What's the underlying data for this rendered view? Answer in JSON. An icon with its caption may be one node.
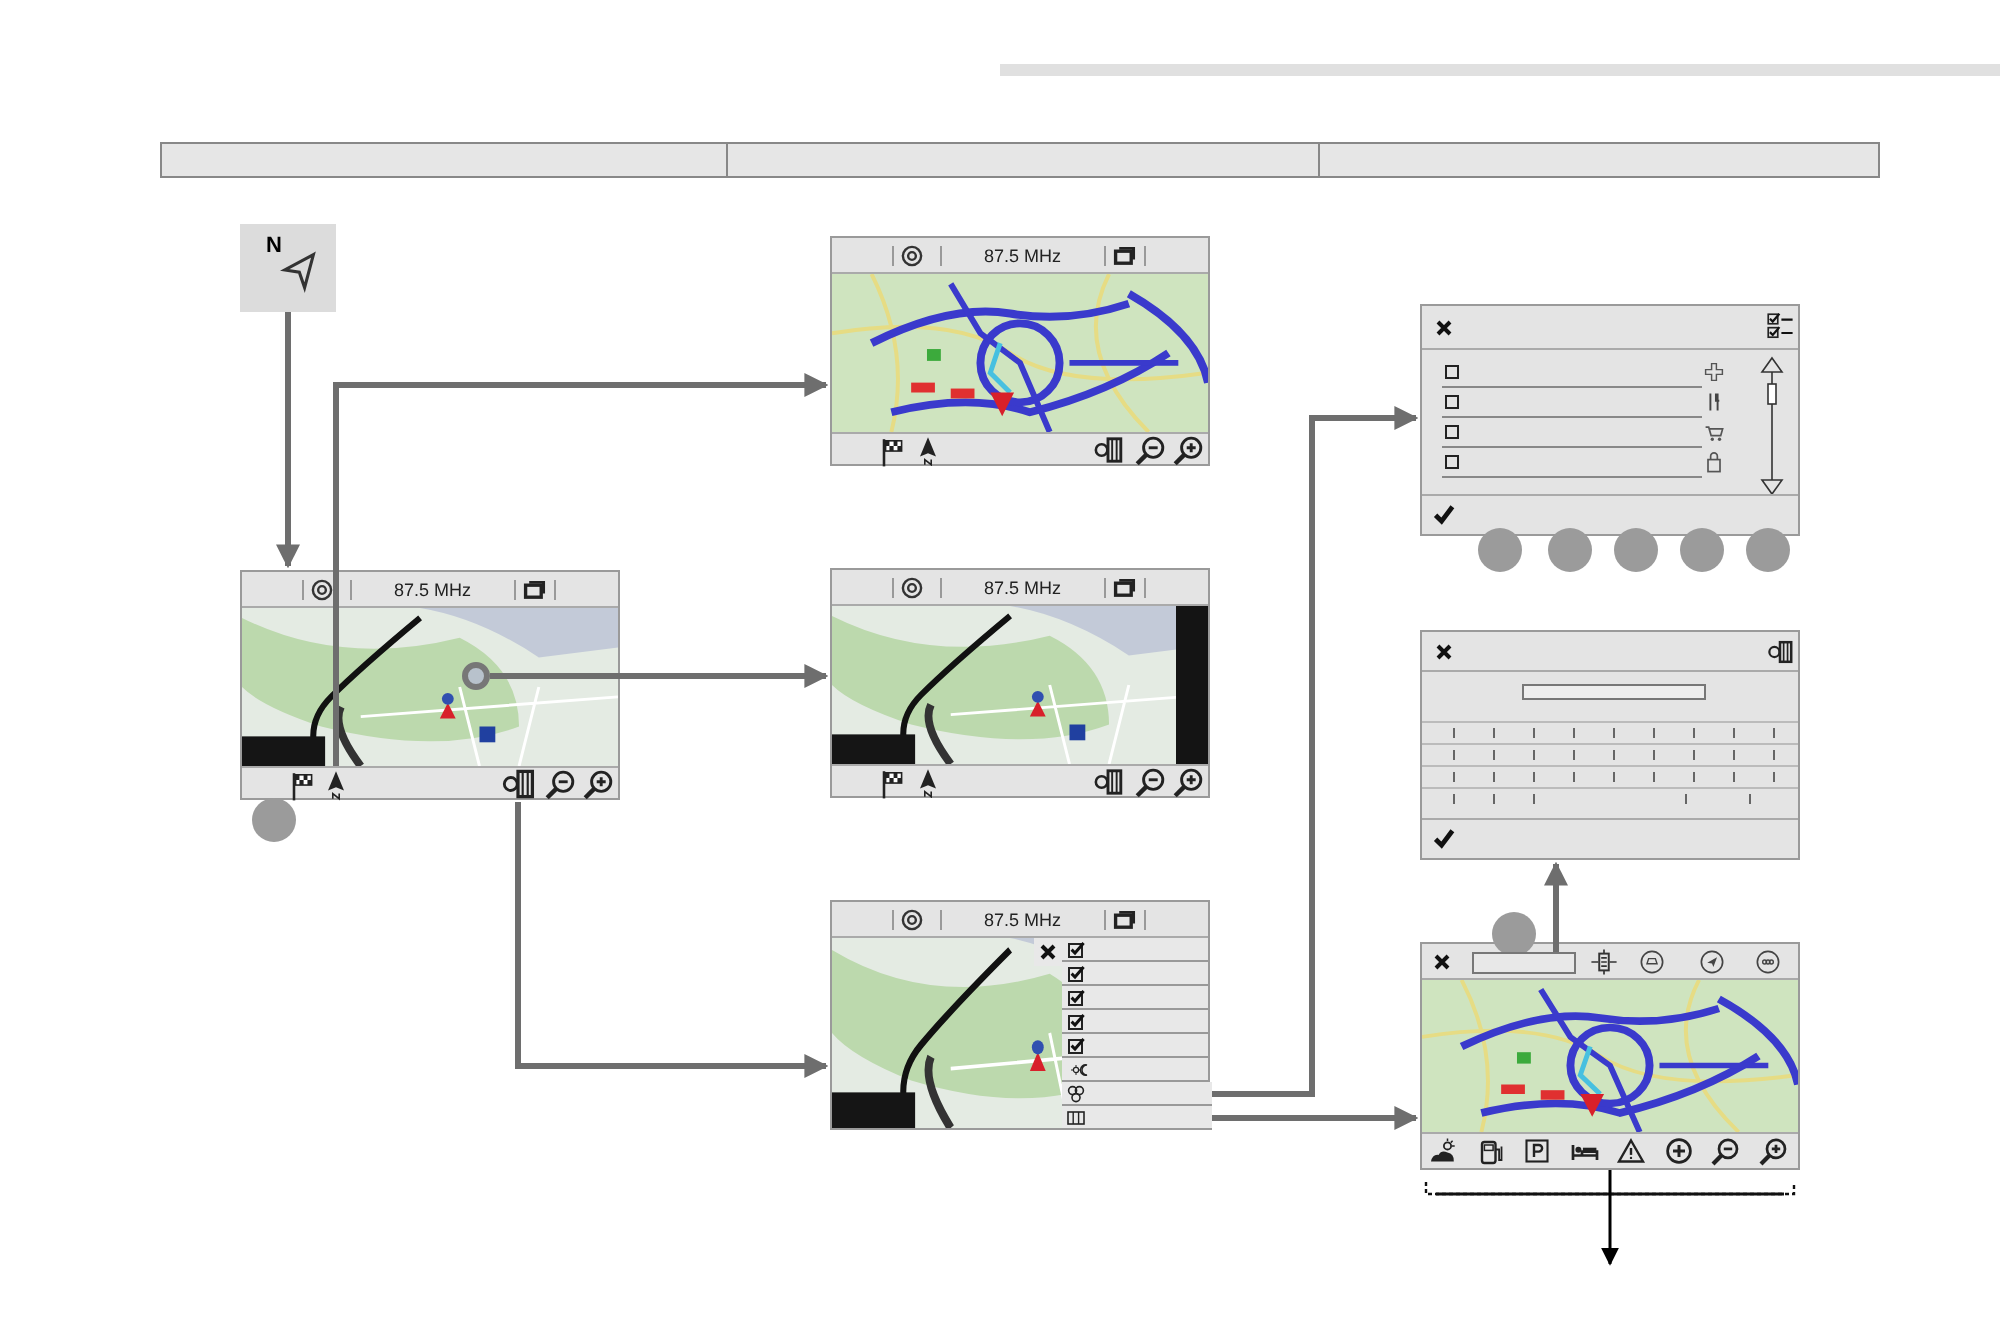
{
  "diagram": {
    "nodes": [
      {
        "text": [
          "N"
        ]
      },
      {
        "text": [
          "87.5 MHz"
        ]
      },
      {
        "text": [],
        "shape": "box",
        "in": 1
      },
      {
        "text": [],
        "shape": "circle",
        "in": 1
      },
      {
        "text": [],
        "shape": "box",
        "in": 1
      },
      {
        "text": [],
        "shape": "circle"
      },
      {
        "text": [
          "87.5 MHz"
        ]
      },
      {
        "text": [
          "87.5 MHz"
        ]
      },
      {
        "text": [
          "87.5 MHz"
        ]
      },
      {
        "text": [],
        "shape": "box",
        "in": 8
      },
      {
        "text": [],
        "shape": "box",
        "in": 8
      },
      {
        "text": [],
        "shape": "box"
      },
      {
        "text": [],
        "shape": "circle"
      },
      {
        "text": [],
        "shape": "circle"
      },
      {
        "text": [],
        "shape": "circle"
      },
      {
        "text": [],
        "shape": "circle"
      },
      {
        "text": [],
        "shape": "circle"
      },
      {
        "text": [],
        "shape": "box"
      },
      {
        "text": [],
        "shape": "box"
      },
      {
        "text": [],
        "shape": "box",
        "in": 18
      },
      {
        "text": [],
        "shape": "circle"
      }
    ],
    "edges": [
      {
        "from": 0,
        "to": 1,
        "arrow": "to"
      },
      {
        "from": 2,
        "to": 6,
        "arrow": "to"
      },
      {
        "from": 3,
        "to": 7,
        "arrow": "to"
      },
      {
        "from": 4,
        "to": 8,
        "arrow": "to"
      },
      {
        "from": 9,
        "to": 11,
        "arrow": "to"
      },
      {
        "from": 10,
        "to": 18,
        "arrow": "to"
      },
      {
        "from": 19,
        "to": 17,
        "arrow": "to"
      },
      {
        "from": 18,
        "to": null,
        "arrow": "to",
        "color": "#000000"
      }
    ]
  }
}
